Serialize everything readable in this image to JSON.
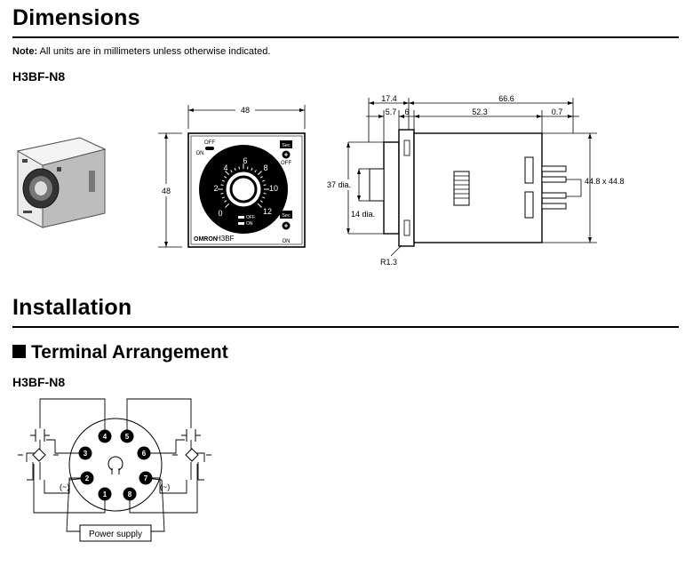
{
  "dimensions": {
    "title": "Dimensions",
    "note_label": "Note:",
    "note_text": "All units are in millimeters unless otherwise indicated.",
    "model": "H3BF-N8",
    "front": {
      "width_label": "48",
      "height_label": "48",
      "off_label": "OFF",
      "on_label": "ON",
      "sec_label": "Sec",
      "brand": "OMRON",
      "product": "H3BF",
      "dial_numbers": [
        "0",
        "2",
        "4",
        "6",
        "8",
        "10",
        "12"
      ],
      "led_off": "OFF",
      "led_on": "ON"
    },
    "side": {
      "dim_17_4": "17.4",
      "dim_66_6": "66.6",
      "dim_5_7": "5.7",
      "dim_6": "6",
      "dim_52_3": "52.3",
      "dim_0_7": "0.7",
      "dim_37_dia": "37 dia.",
      "dim_14_dia": "14 dia.",
      "dim_r13": "R1.3",
      "dim_44_8": "44.8 x 44.8"
    }
  },
  "installation": {
    "title": "Installation",
    "subtitle": "Terminal Arrangement",
    "model": "H3BF-N8",
    "terminals": [
      "1",
      "2",
      "3",
      "4",
      "5",
      "6",
      "7",
      "8"
    ],
    "ac_left": "(~)",
    "ac_right": "(~)",
    "power_supply": "Power supply"
  }
}
